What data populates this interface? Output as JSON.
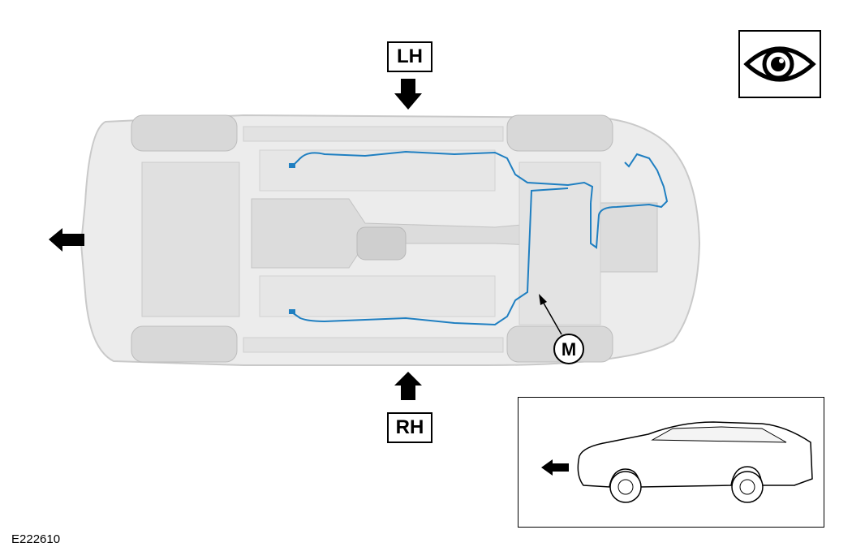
{
  "labels": {
    "lh": "LH",
    "rh": "RH",
    "callout": "M",
    "reference_code": "E222610"
  },
  "icons": {
    "view": "eye-icon",
    "direction": "arrow-left-icon",
    "pointer_down": "arrow-down-icon",
    "pointer_up": "arrow-up-icon"
  },
  "colors": {
    "harness": "#1f7fc1",
    "vehicle_body": "#e4e4e4",
    "vehicle_detail": "#c8c8c8",
    "arrows": "#000000"
  }
}
